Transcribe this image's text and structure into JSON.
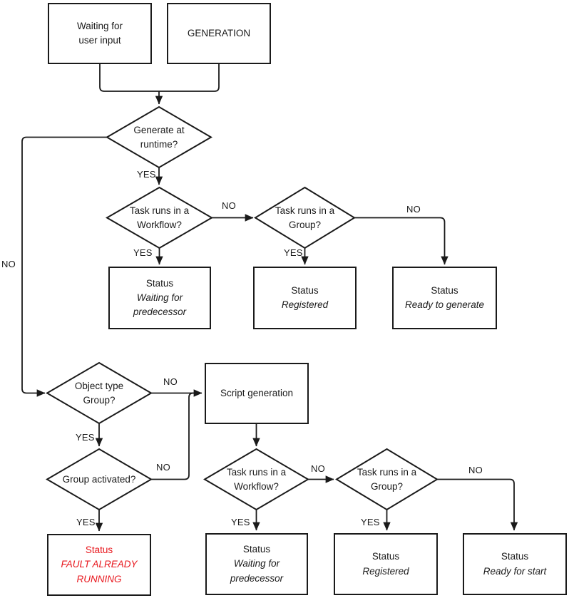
{
  "palette": {
    "line": "#1a1a1a",
    "text": "#1a1a1a",
    "fault_red": "#e8161c",
    "background": "#ffffff"
  },
  "labels": {
    "yes": "YES",
    "no": "NO"
  },
  "nodes": {
    "waiting_input": {
      "line1": "Waiting for",
      "line2": "user input"
    },
    "generation": {
      "label": "GENERATION"
    },
    "generate_runtime": {
      "line1": "Generate at",
      "line2": "runtime?"
    },
    "workflow_top": {
      "line1": "Task runs in a",
      "line2": "Workflow?"
    },
    "group_top": {
      "line1": "Task runs in a",
      "line2": "Group?"
    },
    "status_waiting_top": {
      "title": "Status",
      "line1": "Waiting for",
      "line2": "predecessor"
    },
    "status_registered_top": {
      "title": "Status",
      "value": "Registered"
    },
    "status_ready_generate": {
      "title": "Status",
      "value": "Ready to generate"
    },
    "object_type_group": {
      "line1": "Object type",
      "line2": "Group?"
    },
    "script_generation": {
      "label": "Script generation"
    },
    "group_activated": {
      "label": "Group activated?"
    },
    "status_fault": {
      "title": "Status",
      "line1": "FAULT ALREADY",
      "line2": "RUNNING"
    },
    "workflow_bottom": {
      "line1": "Task runs in a",
      "line2": "Workflow?"
    },
    "group_bottom": {
      "line1": "Task runs in a",
      "line2": "Group?"
    },
    "status_waiting_bottom": {
      "title": "Status",
      "line1": "Waiting for",
      "line2": "predecessor"
    },
    "status_registered_bottom": {
      "title": "Status",
      "value": "Registered"
    },
    "status_ready_start": {
      "title": "Status",
      "value": "Ready for start"
    }
  }
}
